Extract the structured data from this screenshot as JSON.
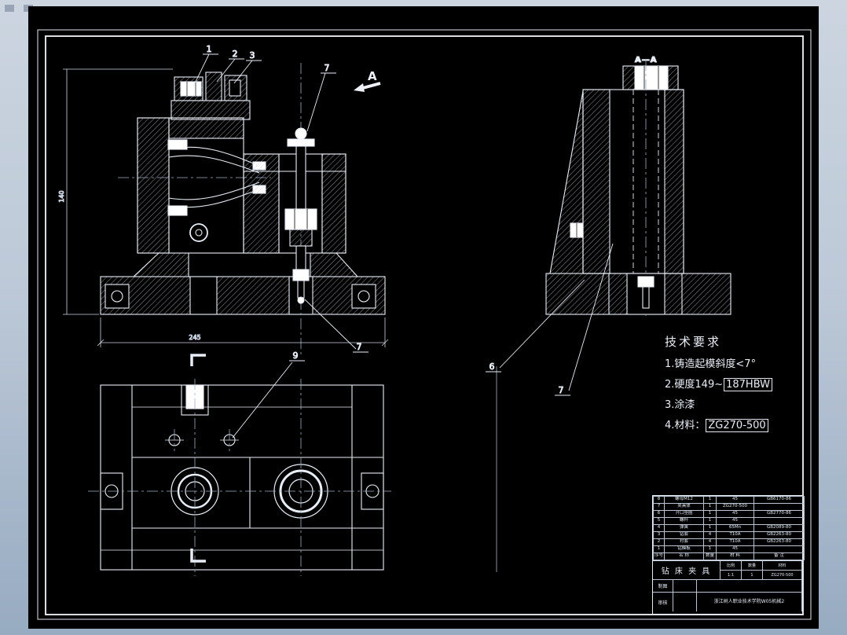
{
  "colors": {
    "sheet_bg": "#000000",
    "line": "#e8eef6",
    "margin_top": "#ccd5e0",
    "margin_bottom": "#97abc1"
  },
  "balloons": {
    "n1": "1",
    "n2": "2",
    "n3": "3",
    "n7_top": "7",
    "n7_bottom": "7",
    "n9": "9",
    "n6": "6",
    "n7_side": "7"
  },
  "section": {
    "arrow_label": "A",
    "view_label": "A—A"
  },
  "dimensions": {
    "front_width": "245",
    "front_height": "140"
  },
  "tech": {
    "title": "技术要求",
    "l1": "1.铸造起模斜度<7°",
    "l2a": "2.硬度149~",
    "l2b": "187HBW",
    "l3": "3.涂漆",
    "l4a": "4.材料：",
    "l4b": "ZG270-500"
  },
  "tb": {
    "parts": [
      {
        "no": "8",
        "name": "螺母M12",
        "qty": "1",
        "mat": "45",
        "note": "GB6170-86"
      },
      {
        "no": "7",
        "name": "夹具体",
        "qty": "1",
        "mat": "ZG270-500",
        "note": ""
      },
      {
        "no": "6",
        "name": "开口垫圈",
        "qty": "1",
        "mat": "45",
        "note": "GB2770-86"
      },
      {
        "no": "5",
        "name": "螺杆",
        "qty": "1",
        "mat": "45",
        "note": ""
      },
      {
        "no": "4",
        "name": "弹簧",
        "qty": "1",
        "mat": "65Mn",
        "note": "GB2089-80"
      },
      {
        "no": "3",
        "name": "钻套",
        "qty": "4",
        "mat": "T10A",
        "note": "GB2263-80"
      },
      {
        "no": "2",
        "name": "衬套",
        "qty": "4",
        "mat": "T10A",
        "note": "GB2263-80"
      },
      {
        "no": "1",
        "name": "钻模板",
        "qty": "1",
        "mat": "45",
        "note": ""
      }
    ],
    "header": {
      "no": "序号",
      "name": "名 称",
      "qty": "数量",
      "mat": "材 料",
      "note": "备 注"
    },
    "name": "钻 床 夹 具",
    "scale_label": "比例",
    "scale_val": "1:1",
    "count_label": "数量",
    "count_val": "1",
    "mat_label": "材料",
    "mat_val": "ZG270-500",
    "draw_label": "制图",
    "check_label": "审核",
    "school": "浙江树人职业技术学院W05机械2"
  }
}
